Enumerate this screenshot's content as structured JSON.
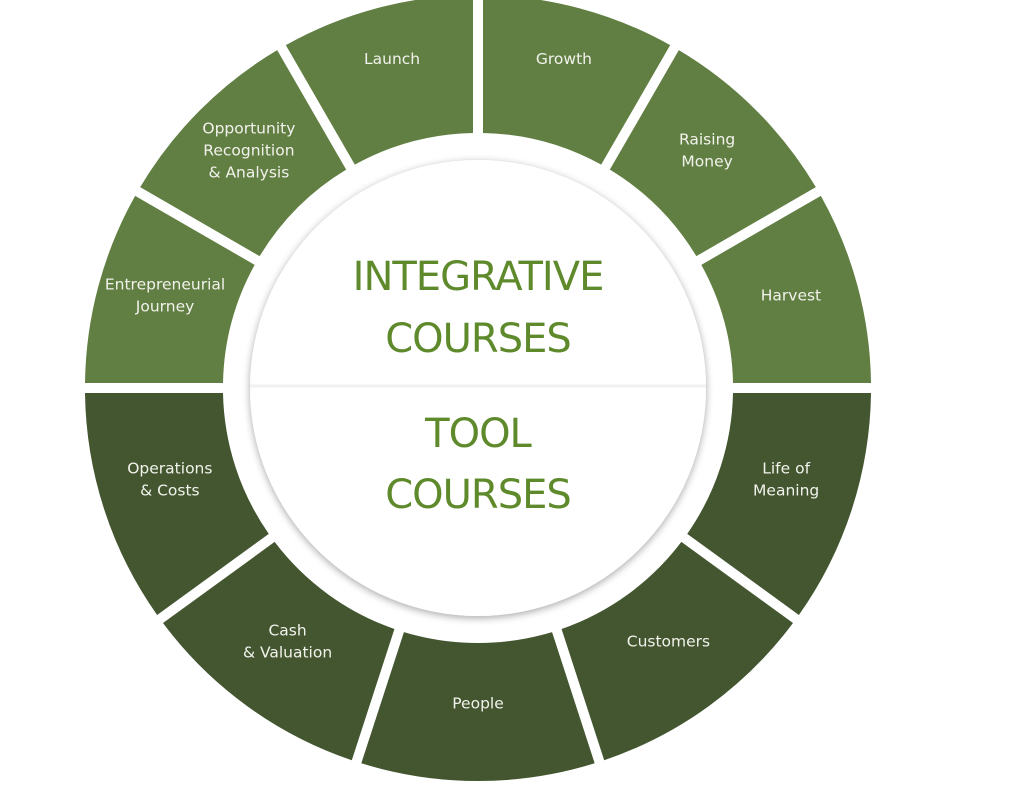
{
  "diagram": {
    "center": {
      "top_title_line1": "INTEGRATIVE",
      "top_title_line2": "COURSES",
      "bottom_title_line1": "TOOL",
      "bottom_title_line2": "COURSES"
    },
    "colors": {
      "integrative": "#617f43",
      "tool": "#435630",
      "center_text": "#5e8a2c",
      "label_text": "#f2f2ec"
    },
    "integrative_courses": [
      {
        "line1": "Entrepreneurial",
        "line2": "Journey"
      },
      {
        "line1": "Opportunity",
        "line2": "Recognition",
        "line3": "& Analysis"
      },
      {
        "line1": "Launch"
      },
      {
        "line1": "Growth"
      },
      {
        "line1": "Raising",
        "line2": "Money"
      },
      {
        "line1": "Harvest"
      }
    ],
    "tool_courses": [
      {
        "line1": "Operations",
        "line2": "& Costs"
      },
      {
        "line1": "Cash",
        "line2": "& Valuation"
      },
      {
        "line1": "People"
      },
      {
        "line1": "Customers"
      },
      {
        "line1": "Life of",
        "line2": "Meaning"
      }
    ]
  }
}
